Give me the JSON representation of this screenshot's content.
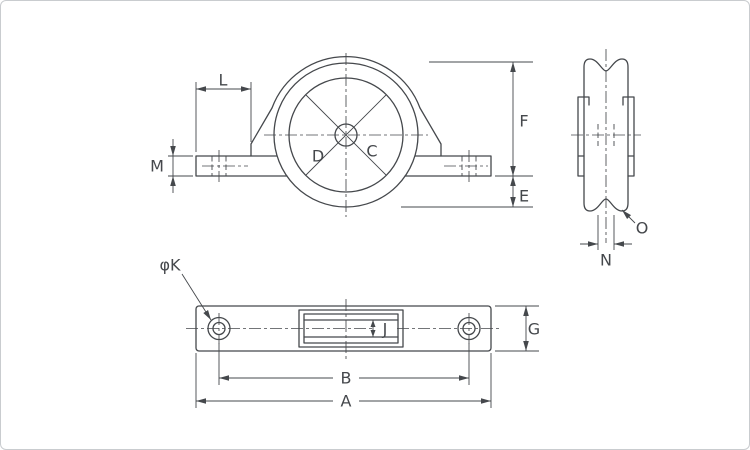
{
  "drawing": {
    "colors": {
      "line": "#45484c",
      "background": "#ffffff",
      "frame": "#c9cccf"
    },
    "labels": {
      "L": "L",
      "M": "M",
      "D": "D",
      "C": "C",
      "F": "F",
      "E": "E",
      "O": "O",
      "N": "N",
      "phiK": "φK",
      "J": "J",
      "G": "G",
      "B": "B",
      "A": "A"
    }
  }
}
